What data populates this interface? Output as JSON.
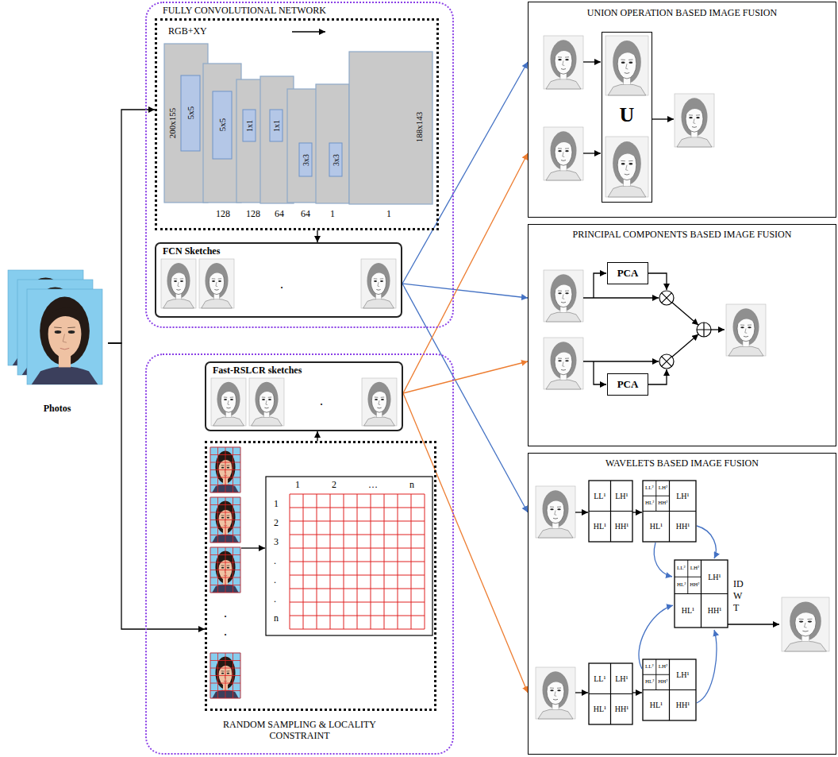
{
  "diagram": {
    "nodes": [
      {
        "text": [
          "Photos"
        ]
      },
      {
        "text": [
          "FULLY CONVOLUTIONAL NETWORK"
        ]
      },
      {
        "text": [
          "RGB+XY"
        ],
        "in": 1
      },
      {
        "text": [
          "FCN Sketches"
        ],
        "in": 1
      },
      {
        "text": [
          "RANDOM SAMPLING & LOCALITY CONSTRAINT"
        ]
      },
      {
        "text": [
          "Fast-RSLCR sketches"
        ],
        "in": 4
      },
      {
        "text": [
          "1 2 … n",
          "1 2 3 . . . n"
        ],
        "in": 4
      },
      {
        "text": [
          "UNION OPERATION BASED IMAGE FUSION"
        ]
      },
      {
        "text": [
          "U"
        ],
        "in": 7
      },
      {
        "text": [
          "PRINCIPAL COMPONENTS BASED IMAGE FUSION"
        ]
      },
      {
        "text": [
          "PCA"
        ],
        "in": 9
      },
      {
        "text": [
          "PCA"
        ],
        "in": 9
      },
      {
        "text": [
          "WAVELETS BASED IMAGE FUSION"
        ]
      }
    ],
    "edges": [
      {
        "from": 0,
        "to": 2,
        "arrow": "to"
      },
      {
        "from": 0,
        "to": 6,
        "arrow": "to"
      },
      {
        "from": 2,
        "to": 3,
        "arrow": "to"
      },
      {
        "from": 6,
        "to": 5,
        "arrow": "to"
      },
      {
        "from": 3,
        "to": 7,
        "arrow": "to"
      },
      {
        "from": 3,
        "to": 9,
        "arrow": "to"
      },
      {
        "from": 3,
        "to": 12,
        "arrow": "to"
      },
      {
        "from": 5,
        "to": 7,
        "arrow": "to"
      },
      {
        "from": 5,
        "to": 9,
        "arrow": "to"
      },
      {
        "from": 5,
        "to": 12,
        "arrow": "to"
      }
    ],
    "labels": [
      "200x155",
      "5x5",
      "5x5",
      "1x1",
      "1x1",
      "3x3",
      "3x3",
      "188x143",
      "128",
      "128",
      "64",
      "64",
      "1",
      "1",
      ".",
      ".",
      ".",
      ".",
      "LL¹",
      "LH¹",
      "HL¹",
      "HH¹",
      "LL²",
      "LH²",
      "HL²",
      "HH²",
      "LH¹",
      "HL¹",
      "HH¹",
      "ID W T",
      "LL²",
      "LH²",
      "HL²",
      "HH²",
      "LH¹",
      "HL¹",
      "HH¹",
      "LL¹",
      "LH¹",
      "HL¹",
      "HH¹",
      "LL²",
      "LH²",
      "HL²",
      "HH²",
      "LH¹",
      "HL¹",
      "HH¹"
    ]
  }
}
